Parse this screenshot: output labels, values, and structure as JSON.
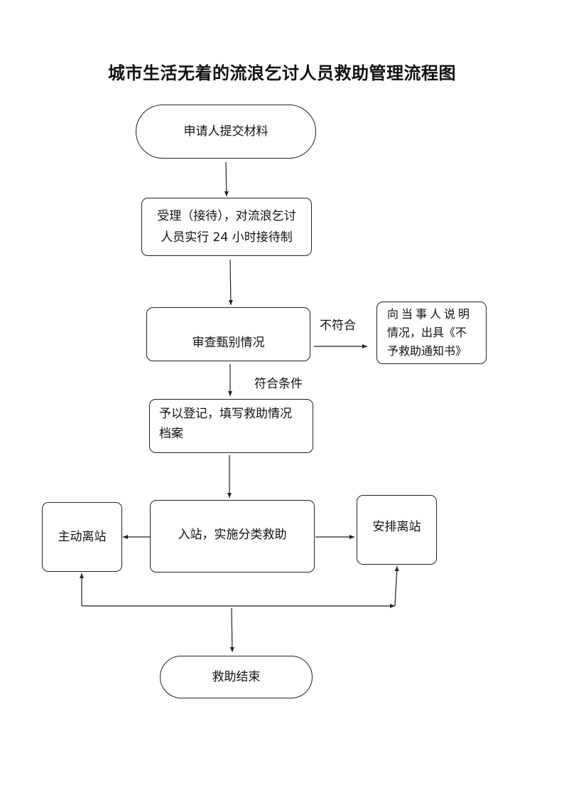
{
  "title": "城市生活无着的流浪乞讨人员救助管理流程图",
  "nodes": {
    "submit": "申请人提交材料",
    "reception_line1": "受理（接待），对流浪乞讨",
    "reception_line2": "人员实行 24 小时接待制",
    "review": "审查甄别情况",
    "notify_line1": "向当事人说明",
    "notify_line2": "情况，出具《不",
    "notify_line3": "予救助通知书》",
    "register_line1": "予以登记，填写救助情况",
    "register_line2": "档案",
    "admit": "入站，实施分类救助",
    "leave_voluntary": "主动离站",
    "leave_arranged": "安排离站",
    "end": "救助结束"
  },
  "edge_labels": {
    "not_eligible": "不符合",
    "eligible": "符合条件"
  }
}
